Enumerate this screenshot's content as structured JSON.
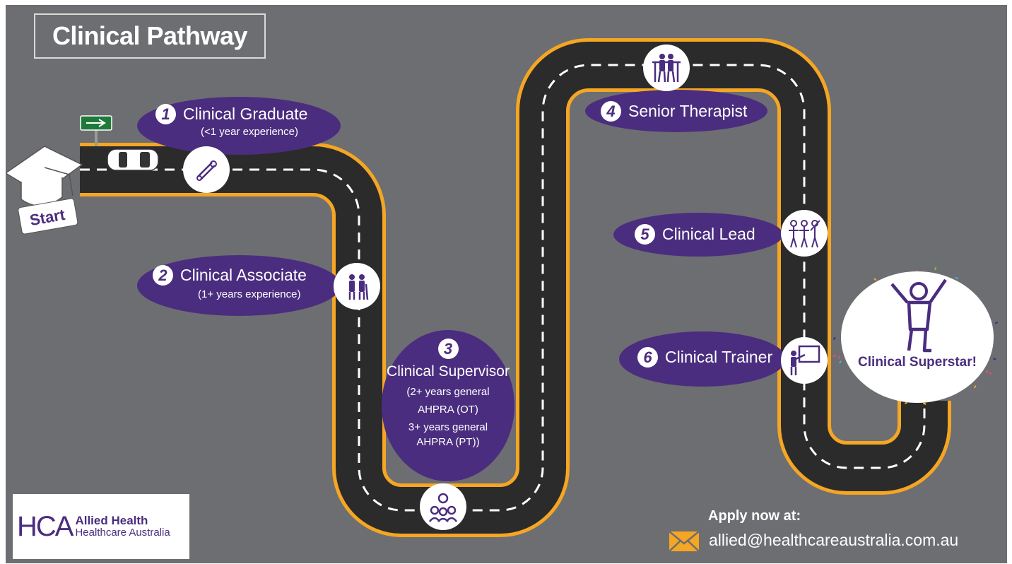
{
  "title": "Clinical Pathway",
  "start_label": "Start",
  "stages": [
    {
      "num": "1",
      "title": "Clinical Graduate",
      "sub": "(<1 year experience)",
      "icon": "scroll-icon"
    },
    {
      "num": "2",
      "title": "Clinical Associate",
      "sub": "(1+ years experience)",
      "icon": "helping-person-icon"
    },
    {
      "num": "3",
      "title": "Clinical Supervisor",
      "sub_lines": [
        "(2+ years general",
        "AHPRA (OT)",
        "3+ years general",
        "AHPRA (PT))"
      ],
      "icon": "team-icon"
    },
    {
      "num": "4",
      "title": "Senior Therapist",
      "icon": "parallel-bars-icon"
    },
    {
      "num": "5",
      "title": "Clinical Lead",
      "icon": "group-people-icon"
    },
    {
      "num": "6",
      "title": "Clinical Trainer",
      "icon": "teacher-board-icon"
    }
  ],
  "goal": "Clinical Superstar!",
  "logo": {
    "mark": "HCA",
    "line1": "Allied Health",
    "line2": "Healthcare Australia"
  },
  "apply": {
    "heading": "Apply now at:",
    "email": "allied@healthcareaustralia.com.au"
  },
  "colors": {
    "background": "#6d6e71",
    "road": "#2b2b2b",
    "road_edge": "#f5a623",
    "purple": "#4b2d7f"
  }
}
